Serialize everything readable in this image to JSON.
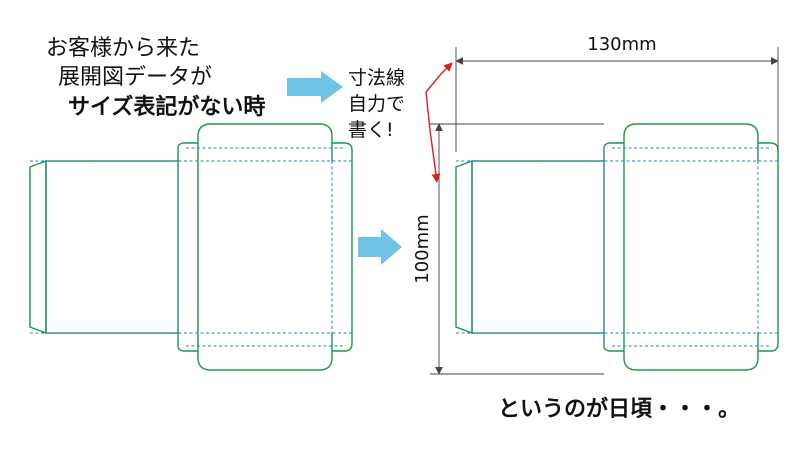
{
  "caption": {
    "line1": "お客様から来た",
    "line2": "展開図データが",
    "line3": "サイズ表記がない時"
  },
  "note": {
    "line1": "寸法線",
    "line2": "自力で",
    "line3": "書く!"
  },
  "dimensions": {
    "width_label": "130mm",
    "height_label": "100mm",
    "width_mm": 130,
    "height_mm": 100
  },
  "footer": "というのが日頃・・・。",
  "colors": {
    "outline": "#1a9a46",
    "fold": "#2a7fd1",
    "arrow": "#6ec3e6",
    "note_arrow": "#e0201f",
    "dimension": "#444444"
  }
}
